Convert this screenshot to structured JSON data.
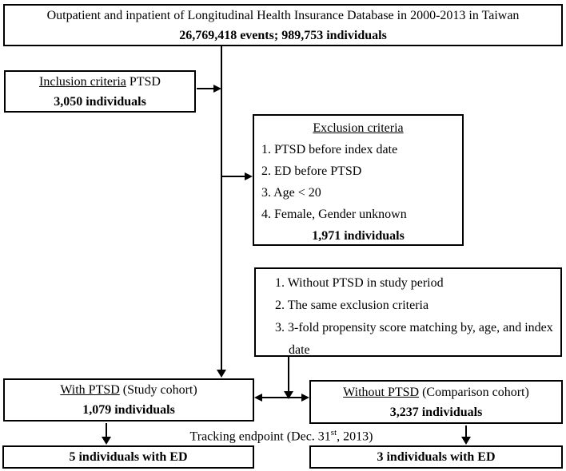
{
  "colors": {
    "border": "#000000",
    "text": "#000000",
    "background": "#ffffff"
  },
  "top_box": {
    "line1": "Outpatient and inpatient of Longitudinal Health Insurance Database in 2000-2013 in Taiwan",
    "line2": "26,769,418 events; 989,753 individuals"
  },
  "inclusion_box": {
    "title_underlined": "Inclusion criteria",
    "title_rest": " PTSD",
    "count": "3,050 individuals"
  },
  "exclusion_box": {
    "title": "Exclusion criteria",
    "items": [
      "1. PTSD before index date",
      "2. ED before PTSD",
      "3. Age < 20",
      "4. Female, Gender unknown"
    ],
    "count": "1,971 individuals"
  },
  "comparison_criteria_box": {
    "items": [
      "1. Without PTSD in study period",
      "2. The same exclusion criteria",
      "3. 3-fold propensity score matching by, age, and index date"
    ]
  },
  "study_cohort_box": {
    "title_underlined": "With PTSD",
    "title_rest": " (Study cohort)",
    "count": "1,079 individuals"
  },
  "comparison_cohort_box": {
    "title_underlined": "Without PTSD",
    "title_rest": " (Comparison cohort)",
    "count": "3,237 individuals"
  },
  "tracking_label": {
    "prefix": "Tracking endpoint (Dec. 31",
    "superscript": "st",
    "suffix": ", 2013)"
  },
  "outcome_left_box": {
    "text": "5 individuals with ED"
  },
  "outcome_right_box": {
    "text": "3 individuals with ED"
  }
}
